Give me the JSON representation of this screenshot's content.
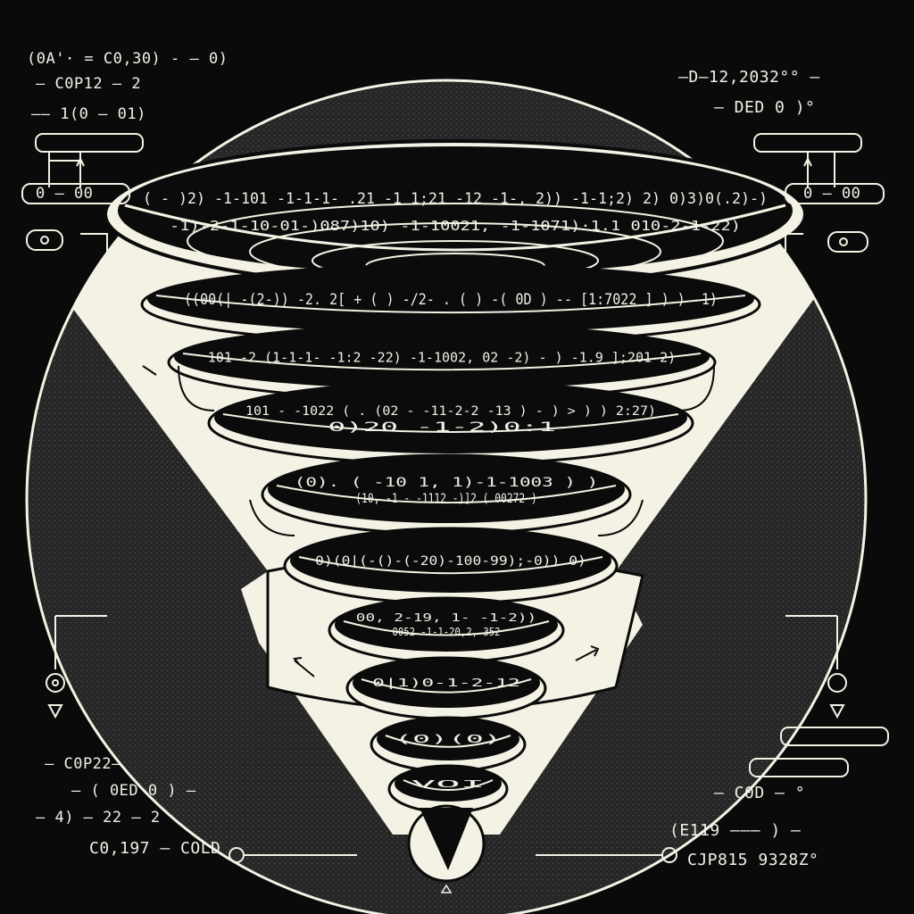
{
  "colors": {
    "background": "#0a0a0a",
    "disc": "#2c2c2c",
    "cream": "#f3f2e4",
    "ink": "#0b0b0b"
  },
  "corner_labels": {
    "top_left": [
      "(0A'· = C0,30) - — 0)",
      "— C0P12 — 2",
      "—— 1(0 — 01)"
    ],
    "top_right": [
      "—D—12,2032°° —",
      "— DED 0 )°"
    ],
    "bottom_left": [
      "— C0P22—",
      "— ( 0ED 0 ) —",
      "— 4) — 22 — 2",
      "C0,197 — COLD"
    ],
    "bottom_right": [
      "— C0D — °",
      "(E119 ——— ) —",
      "CJP815 9328Z°"
    ]
  },
  "box_labels": {
    "left": "0 — 00",
    "right": "0 — 00"
  },
  "ring_text": [
    "( - )2) -1-101 -1-1-1- .21 -1  1;21 -12 -1-, 2)) -1-1;2) 2) 0)3)0(.2)-)",
    "-1)-2-1-10-01-)087)10) -1-10021, -1-1071)·1.1 010-2-1-22)",
    "((00(| -(2-)) -2. 2[ + ( ) -/2- . ( ) -( 0D ) -- [1:7022 ] ) ) -1)",
    "101 -2 (1-1-1- -1:2 -22) -1-1002, 02 -2) - ) -1.9   ];201-2)",
    "101 - -1022 ( . (02 - -11-2-2 -13 ) - ) > ) ) 2:27)",
    "0)20 -1-2)0:1-",
    "(0). ( -10 1, 1)-1-1003 ) )",
    "(10, -1 - -1112 -)]2 ( 00272 )",
    "0)(0|(-()-(-20)-100-99);-0)) 0)",
    "00, 2-19, 1- -1-2))",
    "0052 -1-1-20,2, 352",
    "0|1)0-1-2-12",
    "(0)(0)",
    "VOI"
  ]
}
